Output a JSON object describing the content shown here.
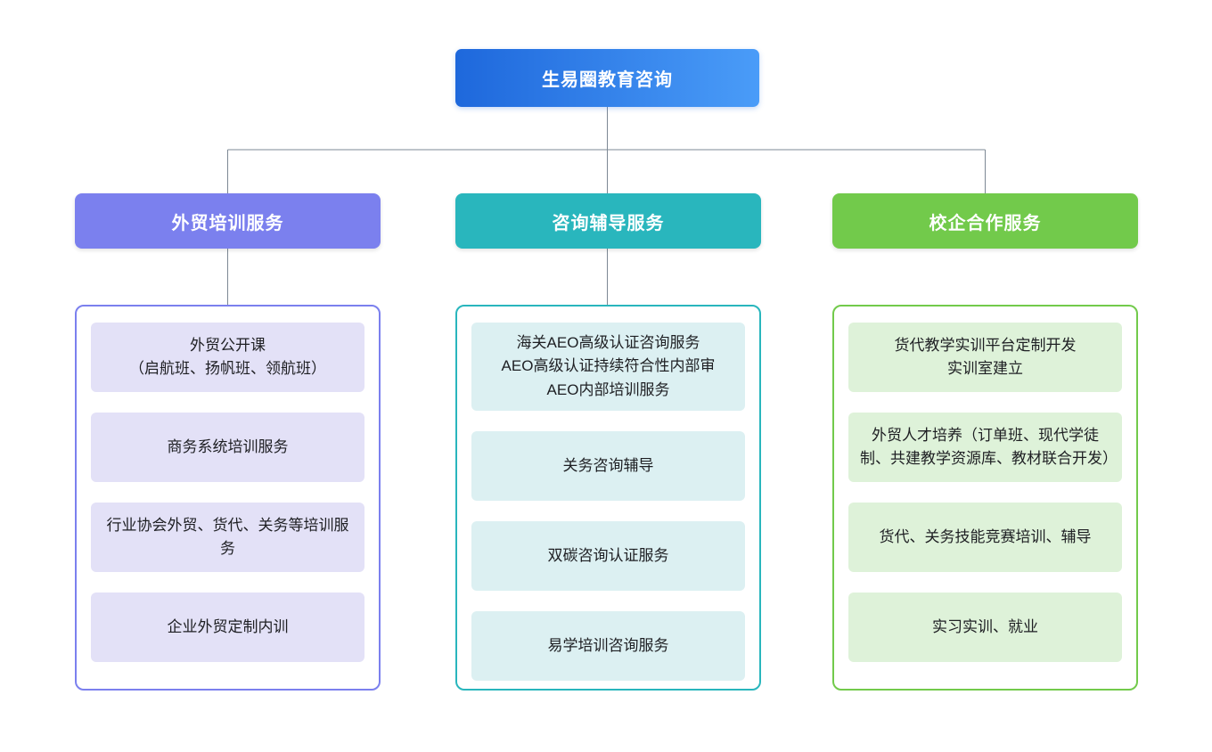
{
  "root": {
    "label": "生易圈教育咨询"
  },
  "branches": [
    {
      "id": "trade-training",
      "label": "外贸培训服务",
      "items": [
        [
          "外贸公开课",
          "（启航班、扬帆班、领航班）"
        ],
        "商务系统培训服务",
        "行业协会外贸、货代、关务等培训服务",
        "企业外贸定制内训"
      ]
    },
    {
      "id": "consulting-coaching",
      "label": "咨询辅导服务",
      "items": [
        [
          "海关AEO高级认证咨询服务",
          "AEO高级认证持续符合性内部审",
          "AEO内部培训服务"
        ],
        "关务咨询辅导",
        "双碳咨询认证服务",
        "易学培训咨询服务"
      ]
    },
    {
      "id": "school-enterprise",
      "label": "校企合作服务",
      "items": [
        [
          "货代教学实训平台定制开发",
          "实训室建立"
        ],
        "外贸人才培养（订单班、现代学徒制、共建教学资源库、教材联合开发）",
        "货代、关务技能竞赛培训、辅导",
        "实习实训、就业"
      ]
    }
  ],
  "colors": {
    "root_gradient_start": "#1e68dc",
    "root_gradient_end": "#4a9cf8",
    "branch_purple": "#7b80ee",
    "branch_teal": "#29b6bd",
    "branch_green": "#72ca4b",
    "item_bg_purple": "#e3e1f7",
    "item_bg_teal": "#dcf0f2",
    "item_bg_green": "#def2d9",
    "connector_line": "#7d8894",
    "text_dark": "#1e1f23",
    "text_light": "#ffffff"
  }
}
